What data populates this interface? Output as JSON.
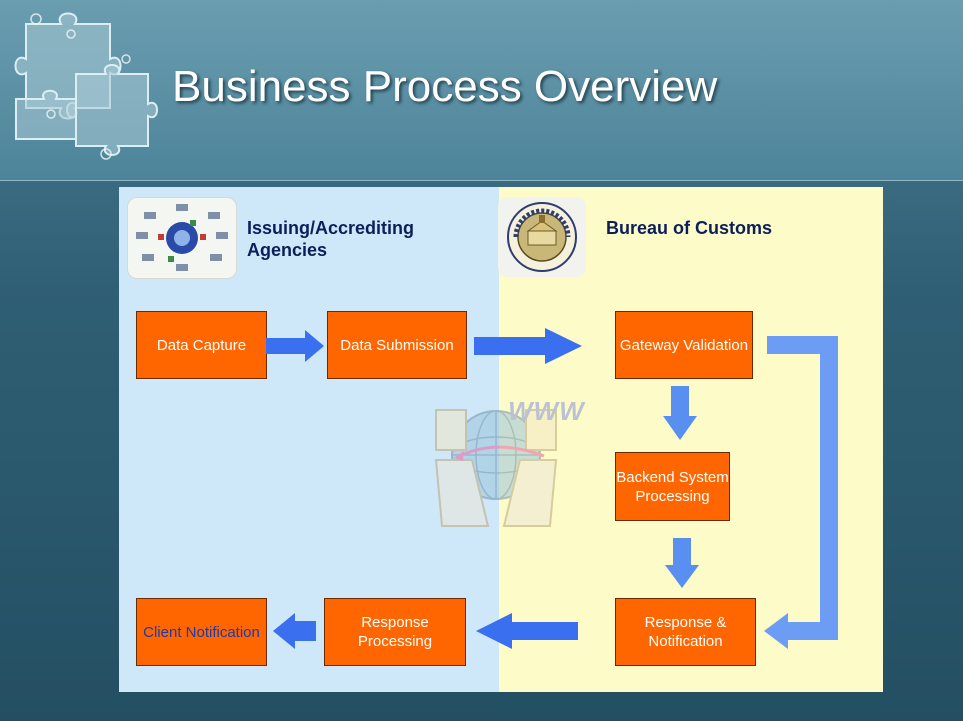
{
  "slide": {
    "title": "Business Process Overview"
  },
  "sections": {
    "left_heading": "Issuing/Accrediting Agencies",
    "right_heading": "Bureau of  Customs"
  },
  "watermark": {
    "label": "WWW",
    "icon": "computers-globe-icon"
  },
  "steps": {
    "data_capture": "Data Capture",
    "data_submission": "Data Submission",
    "gateway_validation": "Gateway Validation",
    "backend_processing": "Backend System Processing",
    "response_notification": "Response & Notification",
    "response_processing": "Response Processing",
    "client_notification": "Client Notification"
  },
  "colors": {
    "step_box": "#ff6600",
    "arrow_dark": "#3a6ff0",
    "arrow_light": "#6d9cf5",
    "left_panel": "#cfe8f9",
    "right_panel": "#fdfcc8"
  }
}
